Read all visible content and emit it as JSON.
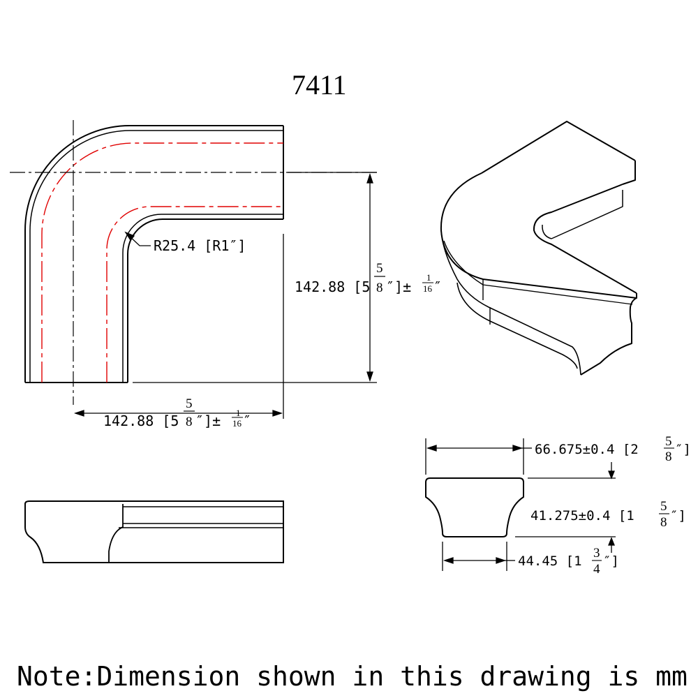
{
  "title": "7411",
  "note": "Note:Dimension shown in this drawing is mm",
  "plan_view": {
    "radius_label": "R25.4 [R1″]",
    "height_dim": {
      "value": "142.88 [5",
      "fraction_num": "5",
      "fraction_den": "8",
      "suffix": "″]±",
      "tol_num": "1",
      "tol_den": "16",
      "tol_suffix": "″"
    },
    "width_dim": {
      "value": "142.88 [5",
      "fraction_num": "5",
      "fraction_den": "8",
      "suffix": "″]±",
      "tol_num": "1",
      "tol_den": "16",
      "tol_suffix": "″"
    }
  },
  "profile_view": {
    "top_width": {
      "value": "66.675±0.4 [2",
      "fraction_num": "5",
      "fraction_den": "8",
      "suffix": "″]"
    },
    "height": {
      "value": "41.275±0.4 [1",
      "fraction_num": "5",
      "fraction_den": "8",
      "suffix": "″]"
    },
    "bottom_width": {
      "value": "44.45 [1",
      "fraction_num": "3",
      "fraction_den": "4",
      "suffix": "″]"
    }
  },
  "colors": {
    "line": "#000000",
    "centerline_red": "#e00000"
  }
}
